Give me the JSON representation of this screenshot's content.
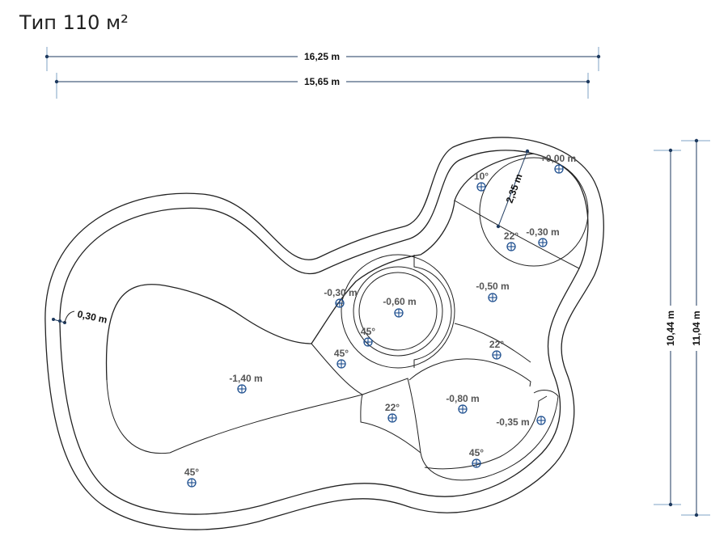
{
  "title": "Тип 110 м²",
  "dimensions": {
    "overall_length": "16,25 m",
    "inner_length": "15,65 m",
    "inner_width": "10,44 m",
    "overall_width": "11,04 m",
    "wall_thickness": "0,30 m",
    "step_depth": "2,35 m"
  },
  "depths": {
    "d1": "+0,00 m",
    "d2": "-0,30 m",
    "d3": "-0,50 m",
    "d4": "-0,30 m",
    "d5": "-0,60 m",
    "d6": "-1,40 m",
    "d7": "-0,80 m",
    "d8": "-0,35 m"
  },
  "angles": {
    "a1": "10°",
    "a2": "22°",
    "a3": "45°",
    "a4": "45°",
    "a5": "22°",
    "a6": "22°",
    "a7": "45°",
    "a8": "45°"
  }
}
